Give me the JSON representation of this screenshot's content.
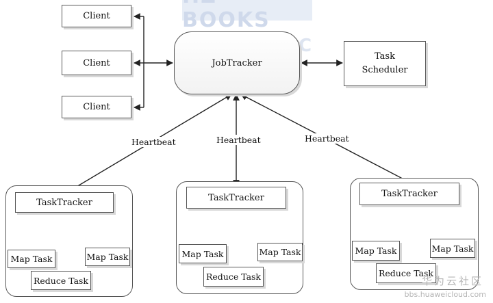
{
  "watermark": {
    "text": "HZ BOOKS",
    "letter": "C"
  },
  "clients": [
    "Client",
    "Client",
    "Client"
  ],
  "jobtracker": {
    "label": "JobTracker"
  },
  "scheduler": {
    "line1": "Task",
    "line2": "Scheduler"
  },
  "heartbeat_label": "Heartbeat",
  "trackers": [
    {
      "title": "TaskTracker",
      "map_left": "Map Task",
      "map_right": "Map Task",
      "reduce": "Reduce Task"
    },
    {
      "title": "TaskTracker",
      "map_left": "Map Task",
      "map_right": "Map Task",
      "reduce": "Reduce Task"
    },
    {
      "title": "TaskTracker",
      "map_left": "Map Task",
      "map_right": "Map Task",
      "reduce": "Reduce Task"
    }
  ],
  "site_logo": {
    "name": "华为云社区",
    "url": "bbs.huaweicloud.com"
  }
}
